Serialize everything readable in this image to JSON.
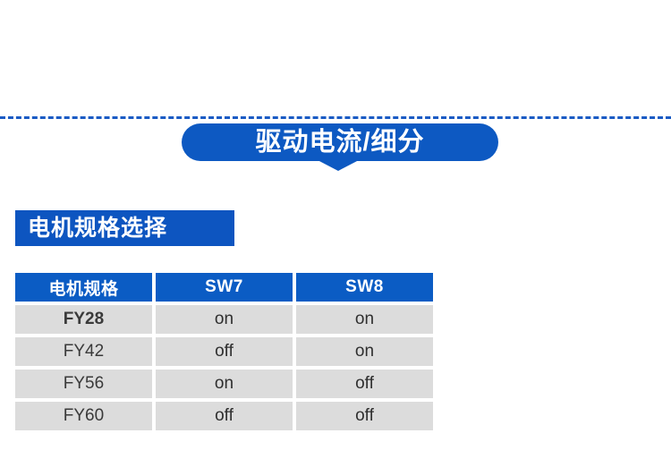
{
  "colors": {
    "brand_blue": "#0d59c2",
    "table_header_blue": "#0b5cc4",
    "banner_blue": "#0d55c0",
    "dashed_line_blue": "#1a5bc4",
    "cell_gray": "#dcdcdc",
    "cell_text": "#2f2f2f",
    "white": "#ffffff"
  },
  "divider": {
    "name": "dashed-separator"
  },
  "badge": {
    "title": "驱动电流/细分",
    "notch_icon": "triangle-down-icon"
  },
  "subheading": {
    "title": "电机规格选择"
  },
  "table": {
    "headers": [
      "电机规格",
      "SW7",
      "SW8"
    ],
    "rows": [
      {
        "model": "FY28",
        "sw7": "on",
        "sw8": "on"
      },
      {
        "model": "FY42",
        "sw7": "off",
        "sw8": "on"
      },
      {
        "model": "FY56",
        "sw7": "on",
        "sw8": "off"
      },
      {
        "model": "FY60",
        "sw7": "off",
        "sw8": "off"
      }
    ]
  }
}
